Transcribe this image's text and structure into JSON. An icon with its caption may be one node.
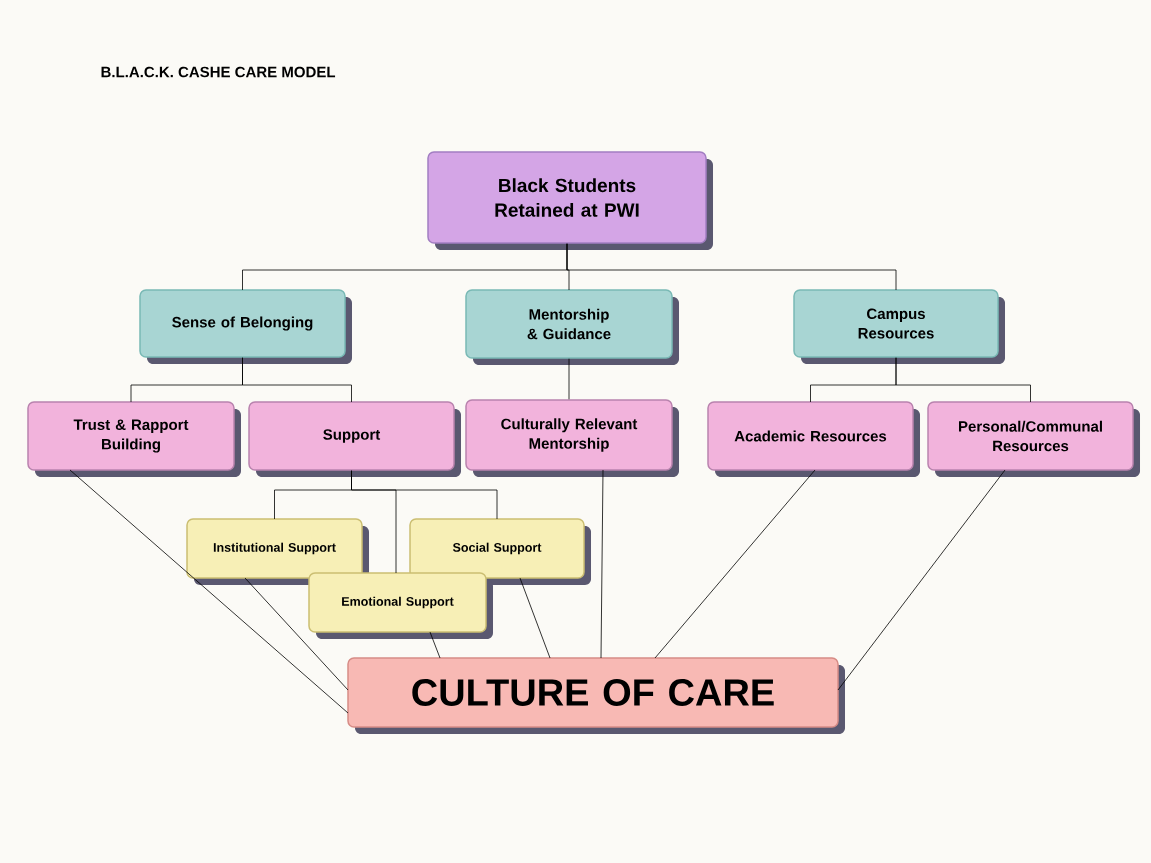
{
  "diagram": {
    "title": "B.L.A.C.K. CASHE CARE MODEL",
    "nodes": [
      {
        "text": [
          "Black Students Retained at PWI"
        ]
      },
      {
        "text": [
          "Sense of Belonging"
        ]
      },
      {
        "text": [
          "Mentorship & Guidance"
        ]
      },
      {
        "text": [
          "Campus Resources"
        ]
      },
      {
        "text": [
          "Trust & Rapport Building"
        ]
      },
      {
        "text": [
          "Support"
        ]
      },
      {
        "text": [
          "Culturally Relevant Mentorship"
        ]
      },
      {
        "text": [
          "Academic Resources"
        ]
      },
      {
        "text": [
          "Personal/Communal Resources"
        ]
      },
      {
        "text": [
          "Institutional Support"
        ]
      },
      {
        "text": [
          "Social Support"
        ]
      },
      {
        "text": [
          "Emotional Support"
        ]
      },
      {
        "text": [
          "CULTURE OF CARE"
        ]
      }
    ],
    "edges": [
      {
        "from": 0,
        "to": 1,
        "arrow": "none"
      },
      {
        "from": 0,
        "to": 2,
        "arrow": "none"
      },
      {
        "from": 0,
        "to": 3,
        "arrow": "none"
      },
      {
        "from": 1,
        "to": 4,
        "arrow": "none"
      },
      {
        "from": 1,
        "to": 5,
        "arrow": "none"
      },
      {
        "from": 2,
        "to": 6,
        "arrow": "none"
      },
      {
        "from": 3,
        "to": 7,
        "arrow": "none"
      },
      {
        "from": 3,
        "to": 8,
        "arrow": "none"
      },
      {
        "from": 5,
        "to": 9,
        "arrow": "none"
      },
      {
        "from": 5,
        "to": 10,
        "arrow": "none"
      },
      {
        "from": 5,
        "to": 11,
        "arrow": "none"
      },
      {
        "from": 4,
        "to": 12,
        "arrow": "none"
      },
      {
        "from": 9,
        "to": 12,
        "arrow": "none"
      },
      {
        "from": 11,
        "to": 12,
        "arrow": "none"
      },
      {
        "from": 10,
        "to": 12,
        "arrow": "none"
      },
      {
        "from": 6,
        "to": 12,
        "arrow": "none"
      },
      {
        "from": 7,
        "to": 12,
        "arrow": "none"
      },
      {
        "from": 8,
        "to": 12,
        "arrow": "none"
      }
    ]
  }
}
